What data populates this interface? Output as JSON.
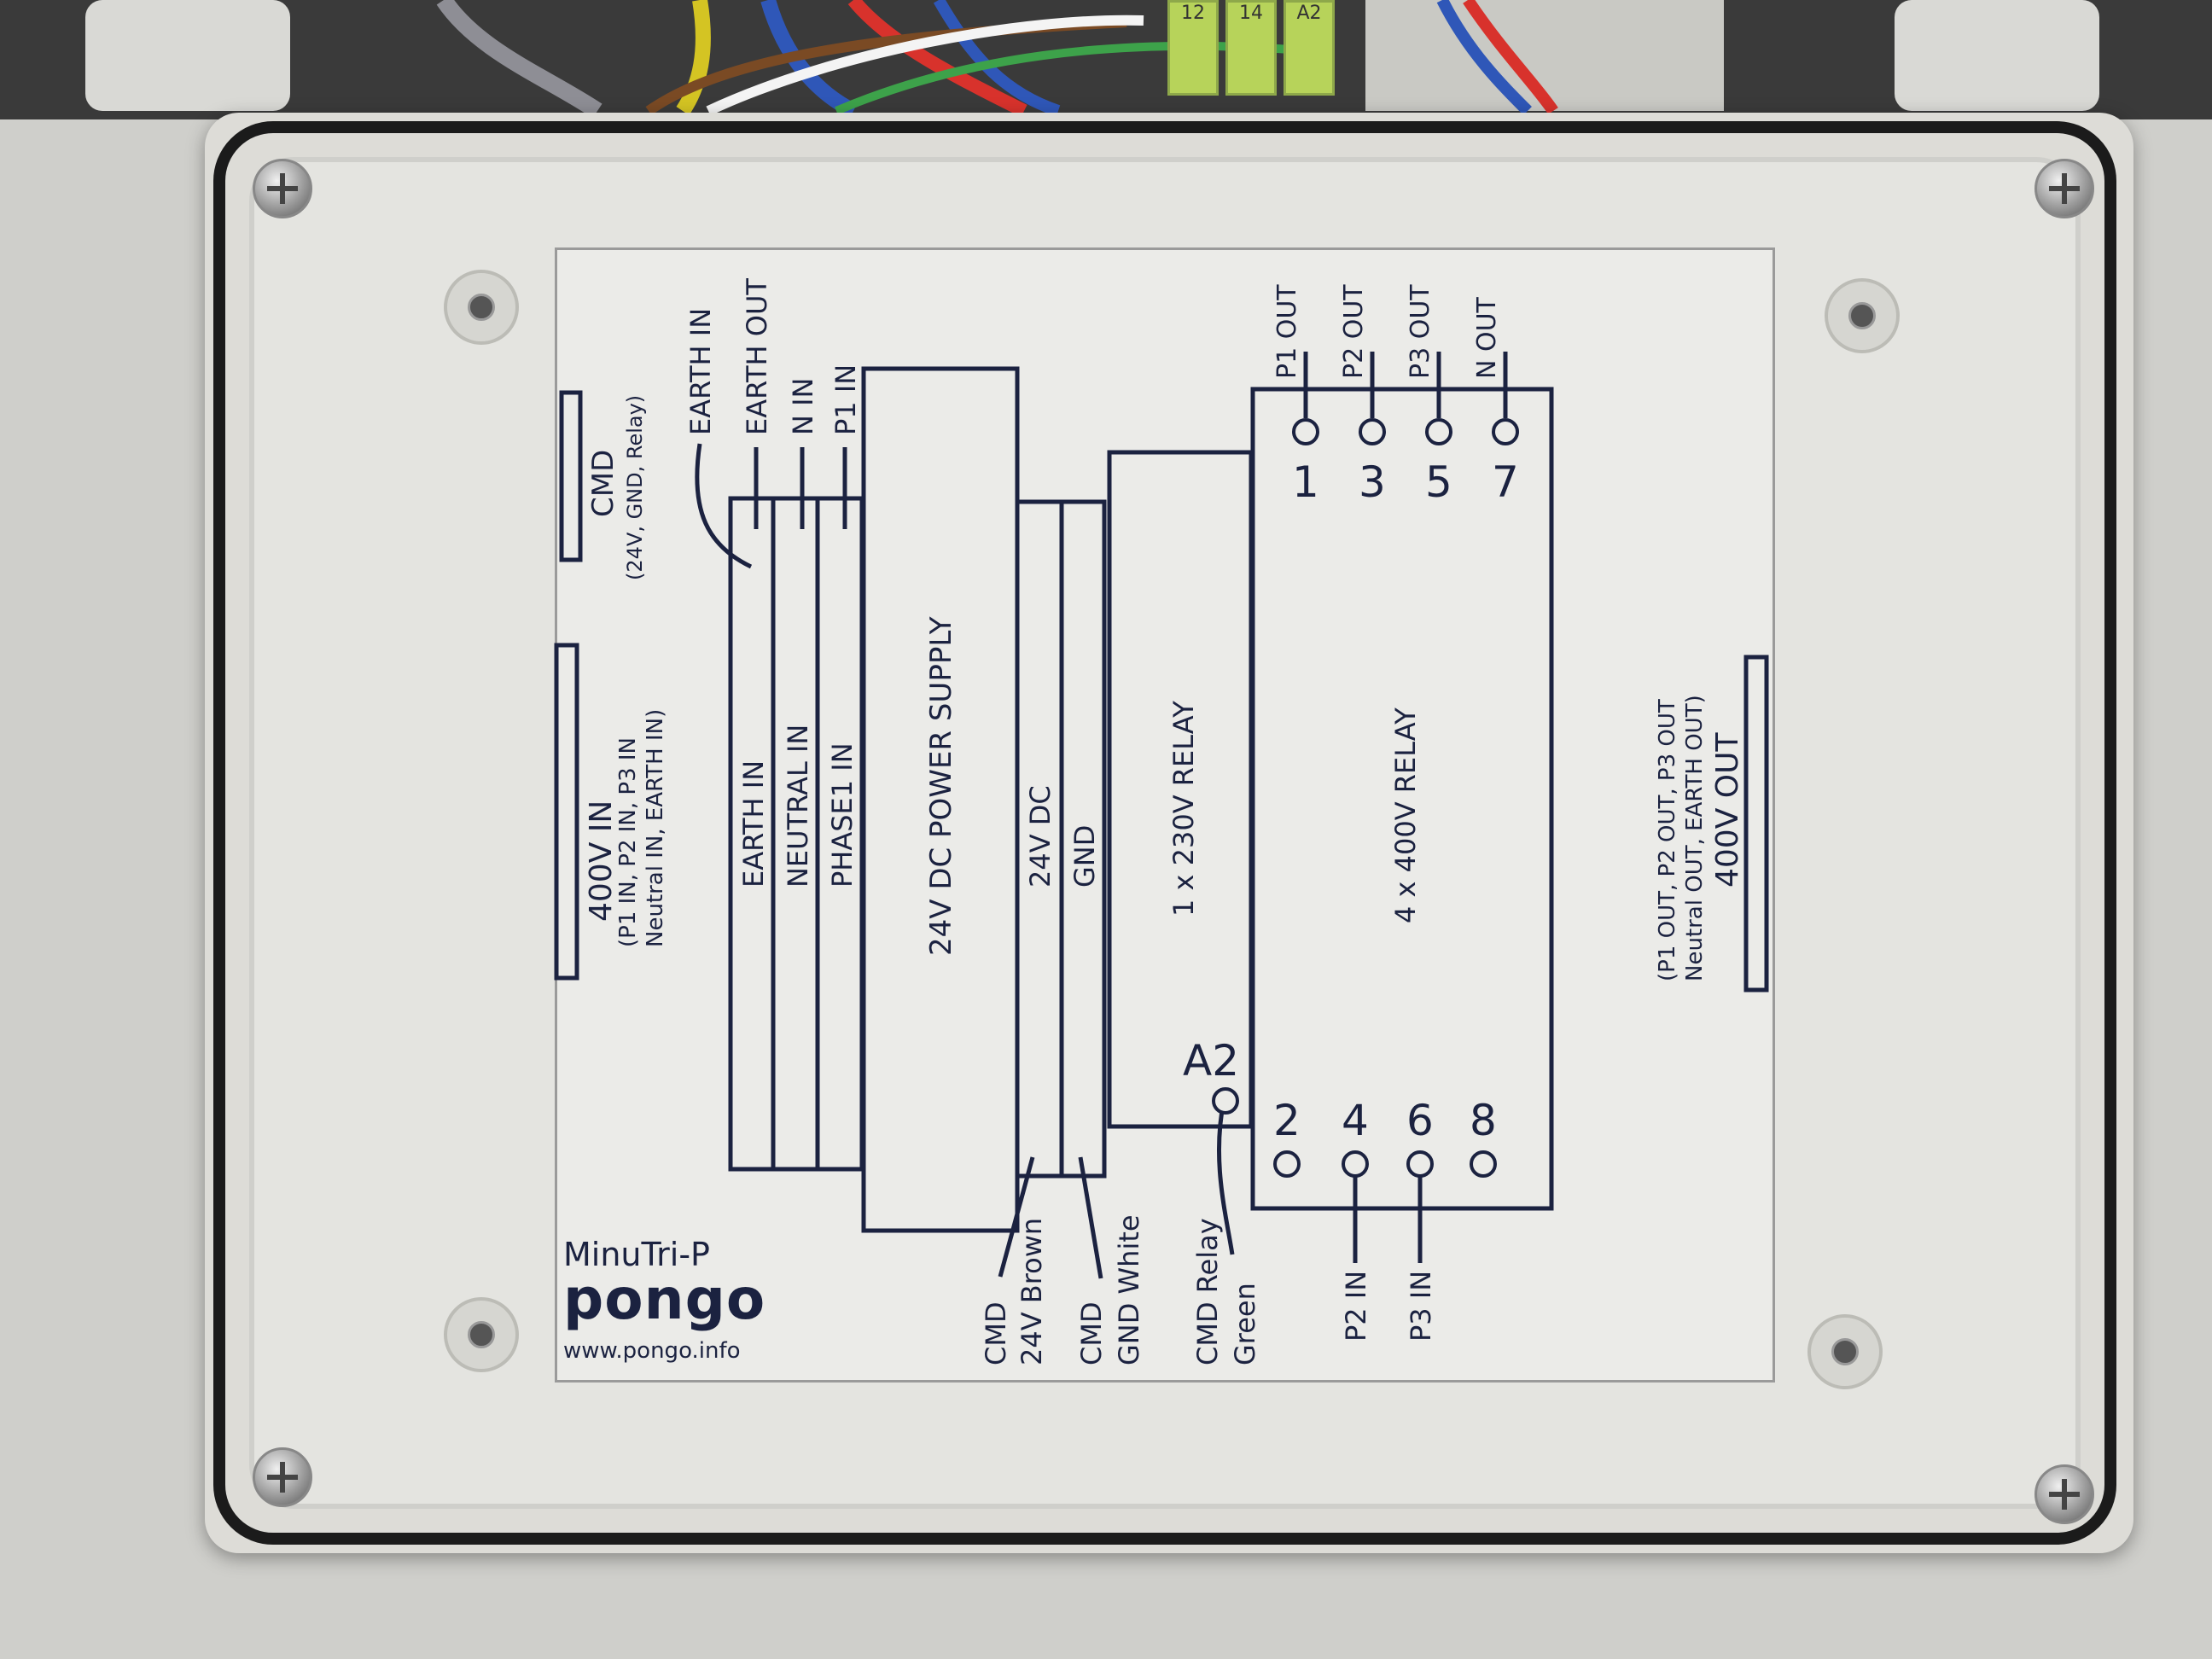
{
  "top_terminals": [
    "12",
    "14",
    "A2"
  ],
  "colors": {
    "label_ink": "#1b2240",
    "enclosure": "#dddcd7",
    "gasket": "#1b1b1b",
    "terminal_green": "#b7d35a",
    "wire_red": "#d8322c",
    "wire_blue": "#2f57b8",
    "wire_green": "#3da24a",
    "wire_brown": "#7a4a24",
    "wire_white": "#f4f4f4"
  },
  "label": {
    "brand": {
      "model": "MinuTri-P",
      "name": "pongo",
      "url": "www.pongo.info"
    },
    "cmd_connector": {
      "title": "CMD",
      "subtitle": "(24V, GND, Relay)"
    },
    "input_connector": {
      "title": "400V IN",
      "line1": "(P1 IN, P2 IN, P3 IN",
      "line2": "Neutral IN, EARTH IN)"
    },
    "output_connector": {
      "title": "400V OUT",
      "line1": "(P1 OUT, P2 OUT, P3 OUT",
      "line2": "Neutral OUT, EARTH OUT)"
    },
    "input_wires": [
      "EARTH IN",
      "EARTH OUT",
      "N IN",
      "P1 IN"
    ],
    "input_bus": [
      "EARTH IN",
      "NEUTRAL IN",
      "PHASE1 IN"
    ],
    "power_supply": "24V DC POWER SUPPLY",
    "dc_bus": [
      "24V DC",
      "GND"
    ],
    "relay_single": "1 x 230V RELAY",
    "relay_quad": "4 x 400V RELAY",
    "relay_a2": "A2",
    "output_labels": [
      "P1 OUT",
      "P2 OUT",
      "P3 OUT",
      "N OUT"
    ],
    "top_pins": [
      "1",
      "3",
      "5",
      "7"
    ],
    "bottom_pins": [
      "2",
      "4",
      "6",
      "8"
    ],
    "bottom_wires": [
      {
        "line1": "CMD",
        "line2": "24V Brown"
      },
      {
        "line1": "CMD",
        "line2": "GND White"
      },
      {
        "line1": "CMD Relay",
        "line2": "Green"
      }
    ],
    "phase_inputs": [
      "P2 IN",
      "P3 IN"
    ]
  }
}
